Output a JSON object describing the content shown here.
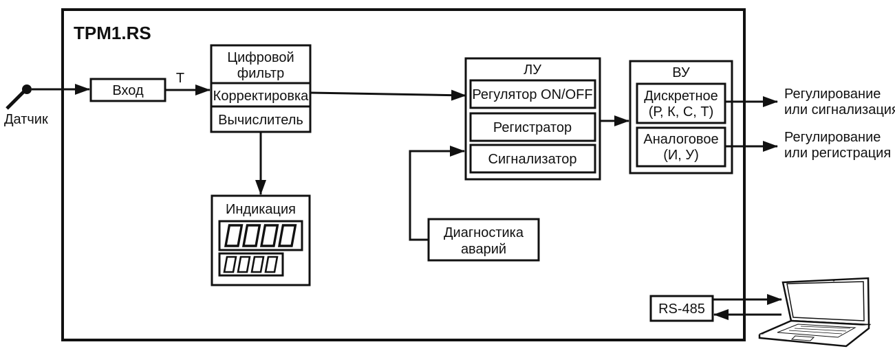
{
  "title": "TPM1.RS",
  "sensor": {
    "label": "Датчик"
  },
  "input": {
    "label": "Вход",
    "signal": "T"
  },
  "filter": {
    "line1": "Цифровой",
    "line2": "фильтр",
    "correction": "Корректировка",
    "calculator": "Вычислитель"
  },
  "indication": {
    "label": "Индикация",
    "display_top": "0000",
    "display_bottom": "0000"
  },
  "lu": {
    "label": "ЛУ",
    "items": [
      "Регулятор ON/OFF",
      "Регистратор",
      "Сигнализатор"
    ]
  },
  "diagnostics": {
    "line1": "Диагностика",
    "line2": "аварий"
  },
  "vu": {
    "label": "ВУ",
    "discrete": {
      "line1": "Дискретное",
      "line2": "(Р, К, С, Т)"
    },
    "analog": {
      "line1": "Аналоговое",
      "line2": "(И, У)"
    }
  },
  "outputs": {
    "discrete": {
      "line1": "Регулирование",
      "line2": "или сигнализация"
    },
    "analog": {
      "line1": "Регулирование",
      "line2": "или регистрация"
    }
  },
  "interface": {
    "label": "RS-485"
  },
  "laptop": {
    "icon": "laptop-icon"
  }
}
